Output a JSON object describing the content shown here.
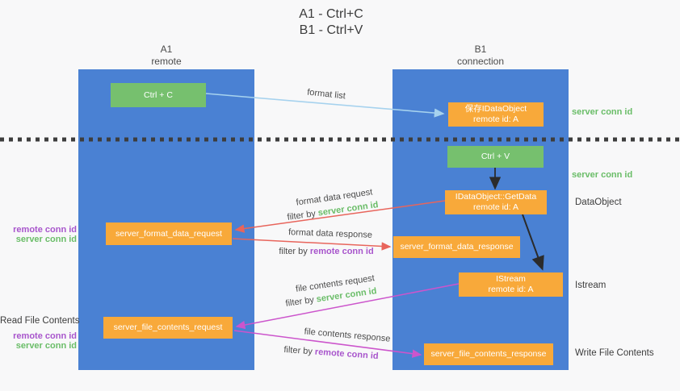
{
  "title": {
    "line1": "A1 - Ctrl+C",
    "line2": "B1 - Ctrl+V"
  },
  "lifelines": {
    "a1": {
      "title": "A1",
      "subtitle": "remote"
    },
    "b1": {
      "title": "B1",
      "subtitle": "connection"
    }
  },
  "nodes": {
    "ctrl_c": {
      "label": "Ctrl + C"
    },
    "save_dataobject": {
      "line1": "保存IDataObject",
      "line2": "remote id: A"
    },
    "ctrl_v": {
      "label": "Ctrl + V"
    },
    "getdata": {
      "line1": "IDataObject::GetData",
      "line2": "remote id: A"
    },
    "format_request": {
      "label": "server_format_data_request"
    },
    "format_response": {
      "label": "server_format_data_response"
    },
    "istream": {
      "line1": "IStream",
      "line2": "remote id: A"
    },
    "file_request": {
      "label": "server_file_contents_request"
    },
    "file_response": {
      "label": "server_file_contents_response"
    }
  },
  "edge_labels": {
    "format_list": "format list",
    "format_data_request": "format data request",
    "format_data_response": "format data response",
    "file_contents_request": "file contents request",
    "file_contents_response": "file contents response",
    "filter_by": "filter by",
    "server_conn_id": "server conn id",
    "remote_conn_id": "remote conn id"
  },
  "side_labels": {
    "server_conn_id_top": "server conn id",
    "server_conn_id_mid": "server conn id",
    "dataobject": "DataObject",
    "istream": "Istream",
    "write_file_contents": "Write File Contents",
    "read_file_contents": "Read File Contents",
    "remote_conn_id_format": "remote conn id",
    "server_conn_id_format": "server conn id",
    "remote_conn_id_file": "remote conn id",
    "server_conn_id_file": "server conn id"
  },
  "colors": {
    "lifeline_blue": "#4a81d3",
    "node_green": "#76c06e",
    "node_orange": "#f8a93a",
    "accent_green": "#6abd68",
    "accent_purple": "#a855cc",
    "arrow_red": "#e8655c",
    "arrow_magenta": "#cc55cc",
    "arrow_lightblue": "#a6d2ee",
    "arrow_black": "#2b2b2b",
    "divider_dark": "#3d3d3d",
    "text_dark": "#3c3c3c"
  }
}
